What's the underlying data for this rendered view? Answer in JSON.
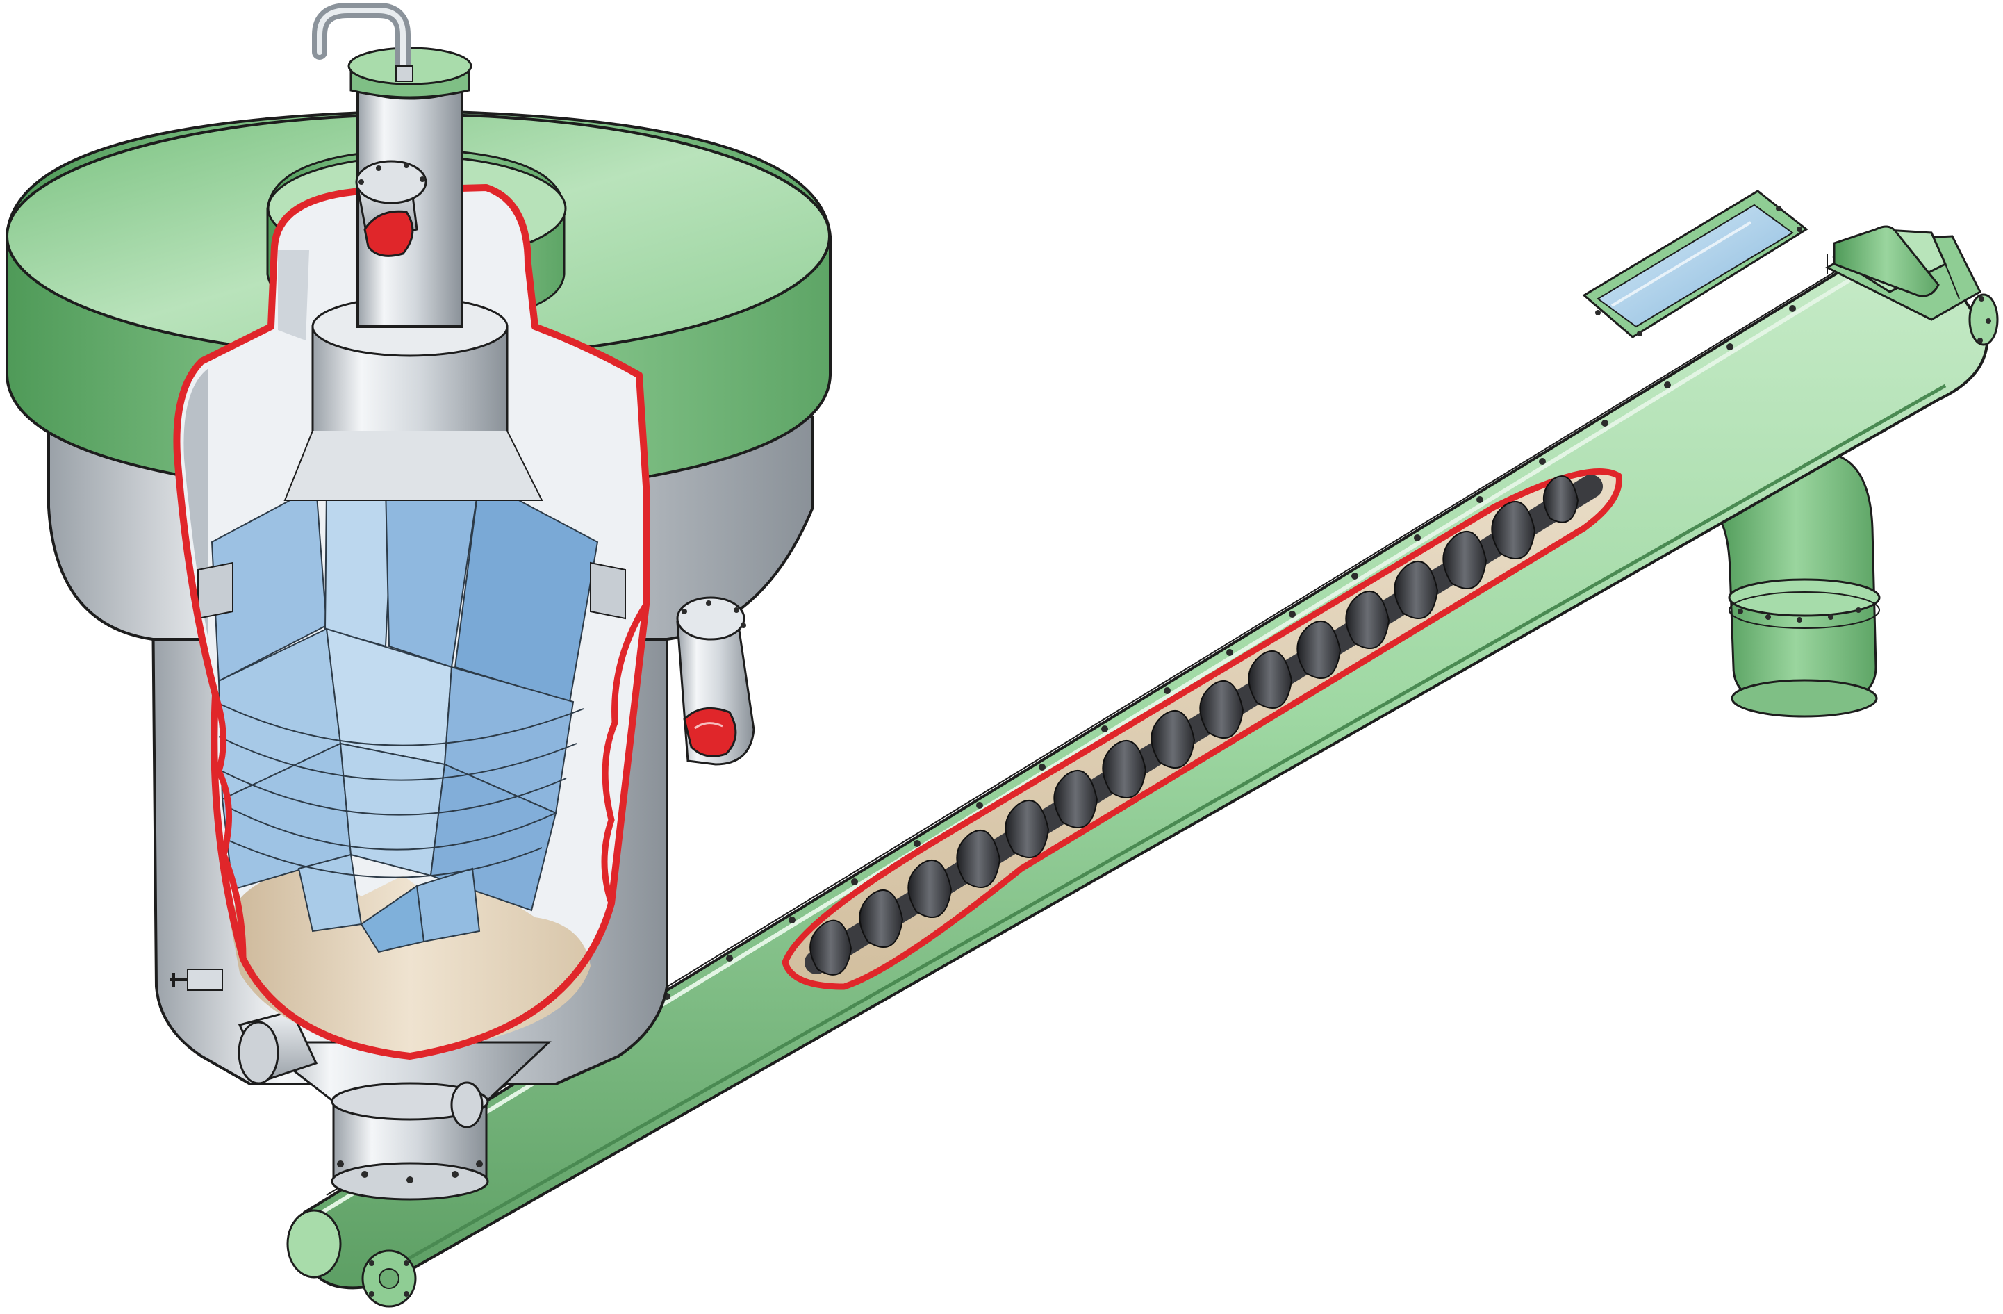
{
  "colors": {
    "background": "#ffffff",
    "green_light": "#a8dcaa",
    "green_mid": "#88c98c",
    "green_dark": "#5ea566",
    "steel_light": "#f2f4f6",
    "steel_mid": "#c6ccd2",
    "steel_dark": "#8c949c",
    "cut_edge_red": "#e0262a",
    "blue_light": "#a9cbe8",
    "blue_mid": "#7fb0da",
    "blue_dark": "#5b93c6",
    "powder_beige": "#e6d6bf",
    "screw_dark": "#2e2f33",
    "screw_mid": "#55575c",
    "sight_glass": "#a9cfe8",
    "outline": "#1d1d1d"
  },
  "components": [
    "cyclone-vessel",
    "green-top-hood",
    "vapour-outlet-pipe",
    "tangential-inlet-nozzle",
    "side-nozzle",
    "conical-bottom",
    "screw-conveyor-trough",
    "screw-flight",
    "inspection-window",
    "drive-end-housing",
    "discharge-elbow",
    "end-flange"
  ],
  "icons": {
    "cutaway": "cutaway-edge-icon",
    "bolt": "bolt-icon"
  }
}
